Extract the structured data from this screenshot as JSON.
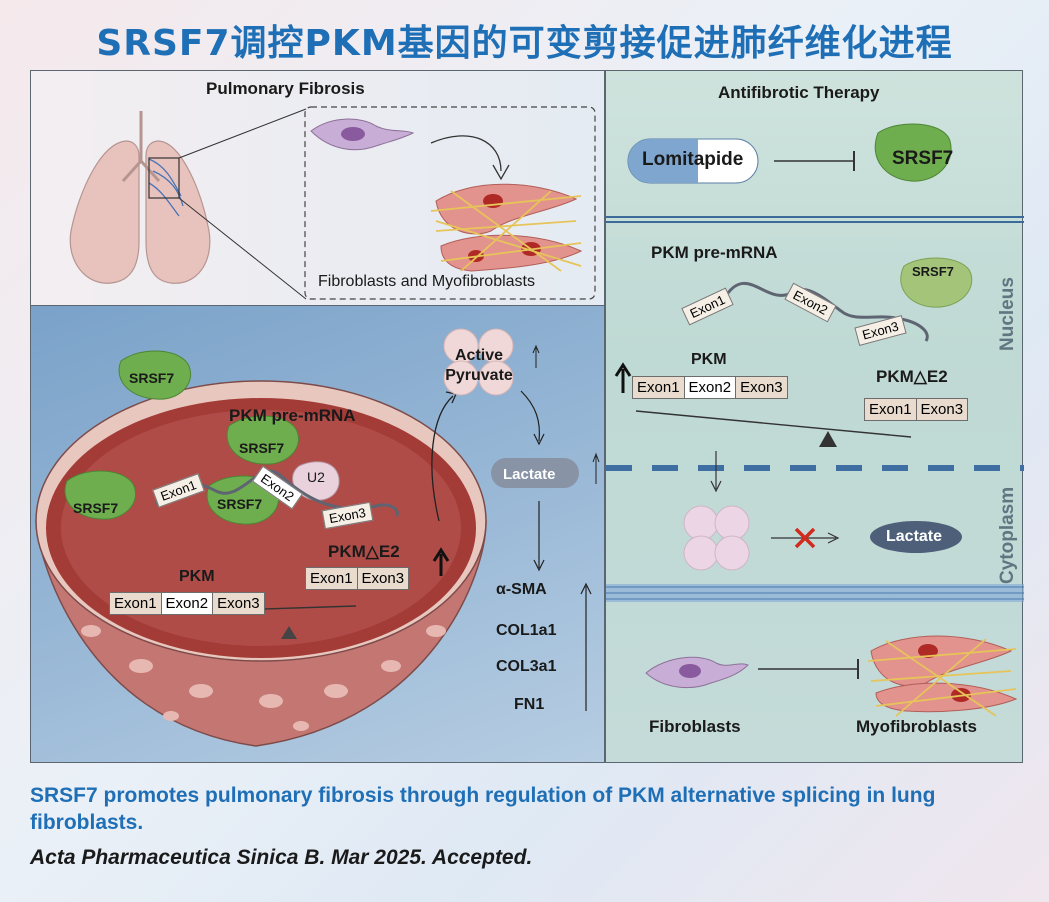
{
  "title": "SRSF7调控PKM基因的可变剪接促进肺纤维化进程",
  "top_left": {
    "heading": "Pulmonary Fibrosis",
    "caption": "Fibroblasts and Myofibroblasts"
  },
  "bottom_left": {
    "srsf7_a": "SRSF7",
    "srsf7_b": "SRSF7",
    "srsf7_c": "SRSF7",
    "srsf7_d": "SRSF7",
    "pre_mrna": "PKM pre-mRNA",
    "u2": "U2",
    "exon1": "Exon1",
    "exon2": "Exon2",
    "exon3": "Exon3",
    "pkm_label": "PKM",
    "pkm_exons": [
      "Exon1",
      "Exon2",
      "Exon3"
    ],
    "pkm_e2_label": "PKM△E2",
    "pkm_e2_exons": [
      "Exon1",
      "Exon3"
    ],
    "active_pyruvate": "Active Pyruvate",
    "lactate": "Lactate",
    "markers": [
      "α-SMA",
      "COL1a1",
      "COL3a1",
      "FN1"
    ]
  },
  "right": {
    "therapy_heading": "Antifibrotic Therapy",
    "drug": "Lomitapide",
    "target": "SRSF7",
    "pre_mrna": "PKM pre-mRNA",
    "srsf7": "SRSF7",
    "exon1": "Exon1",
    "exon2": "Exon2",
    "exon3": "Exon3",
    "pkm_label": "PKM",
    "pkm_exons": [
      "Exon1",
      "Exon2",
      "Exon3"
    ],
    "pkm_e2_label": "PKM△E2",
    "pkm_e2_exons": [
      "Exon1",
      "Exon3"
    ],
    "nucleus": "Nucleus",
    "cytoplasm": "Cytoplasm",
    "lactate": "Lactate",
    "fibroblasts": "Fibroblasts",
    "myofibroblasts": "Myofibroblasts"
  },
  "caption": "SRSF7 promotes pulmonary fibrosis through regulation of PKM alternative splicing in lung fibroblasts.",
  "journal": "Acta Pharmaceutica Sinica B. Mar 2025. Accepted.",
  "colors": {
    "title": "#1f6fb6",
    "srsf7_protein": "#6fae4e",
    "lactate_pill": "#8893a6",
    "cytoplasm_bowl": "#b3504c"
  }
}
